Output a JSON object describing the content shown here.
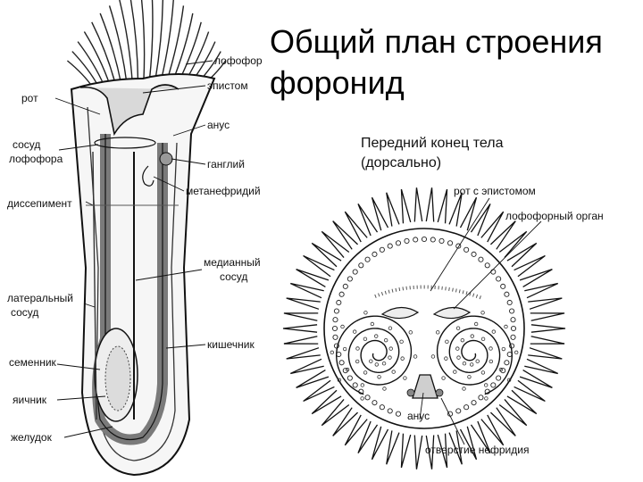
{
  "title": {
    "line1": "Общий план строения",
    "line2": "форонид"
  },
  "subtitle": {
    "line1": "Передний конец тела",
    "line2": "(дорсально)"
  },
  "left_labels": {
    "lophophore": "лофофор",
    "mouth": "рот",
    "epistome": "эпистом",
    "anus": "анус",
    "lophophore_vessel_1": "сосуд",
    "lophophore_vessel_2": "лофофора",
    "ganglion": "ганглий",
    "metanephridium": "метанефридий",
    "dissepiment": "диссепимент",
    "median_vessel_1": "медианный",
    "median_vessel_2": "сосуд",
    "lateral_vessel_1": "латеральный",
    "lateral_vessel_2": "сосуд",
    "intestine": "кишечник",
    "testis": "семенник",
    "ovary": "яичник",
    "stomach": "желудок"
  },
  "right_labels": {
    "mouth_epistome": "рот с эпистомом",
    "lophophoral_organ": "лофофорный орган",
    "anus": "анус",
    "nephridium_opening": "отверстие нефридия"
  }
}
